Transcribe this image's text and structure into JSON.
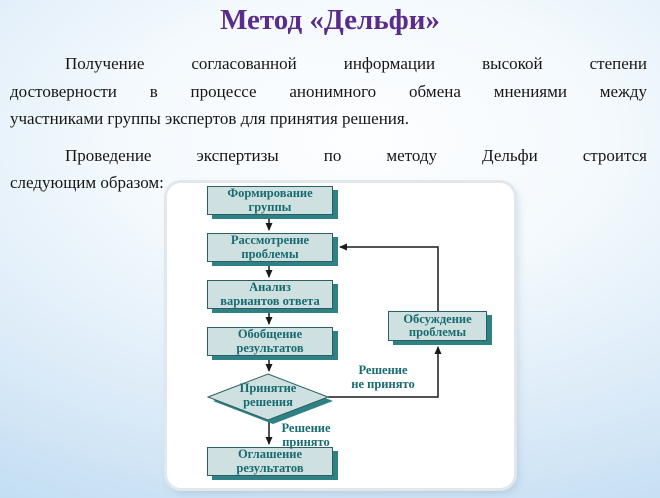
{
  "slide": {
    "title": "Метод «Дельфи»",
    "paragraph1_lines": [
      "Получение согласованной информации высокой степени",
      "достоверности в процессе анонимного обмена мнениями между",
      "участниками группы экспертов для принятия решения."
    ],
    "paragraph2_lines": [
      "Проведение экспертизы по методу Дельфи строится",
      "следующим образом:"
    ]
  },
  "diagram": {
    "type": "flowchart",
    "nodes": [
      {
        "id": "form-group",
        "shape": "rect",
        "label": "Формирование группы",
        "lines": [
          "Формирование",
          "группы"
        ]
      },
      {
        "id": "consider-problem",
        "shape": "rect",
        "label": "Рассмотрение проблемы",
        "lines": [
          "Рассмотрение",
          "проблемы"
        ]
      },
      {
        "id": "analyze-answers",
        "shape": "rect",
        "label": "Анализ вариантов ответа",
        "lines": [
          "Анализ",
          "вариантов ответа"
        ]
      },
      {
        "id": "summarize-results",
        "shape": "rect",
        "label": "Обобщение результатов",
        "lines": [
          "Обобщение",
          "результатов"
        ]
      },
      {
        "id": "make-decision",
        "shape": "diamond",
        "label": "Принятие решения",
        "lines": [
          "Принятие",
          "решения"
        ]
      },
      {
        "id": "announce-results",
        "shape": "rect",
        "label": "Оглашение результатов",
        "lines": [
          "Оглашение",
          "результатов"
        ]
      },
      {
        "id": "discuss-problem",
        "shape": "rect",
        "label": "Обсуждение проблемы",
        "lines": [
          "Обсуждение",
          "проблемы"
        ]
      }
    ],
    "edges": [
      {
        "from": "form-group",
        "to": "consider-problem"
      },
      {
        "from": "consider-problem",
        "to": "analyze-answers"
      },
      {
        "from": "analyze-answers",
        "to": "summarize-results"
      },
      {
        "from": "summarize-results",
        "to": "make-decision"
      },
      {
        "from": "make-decision",
        "to": "announce-results",
        "label": "Решение принято"
      },
      {
        "from": "make-decision",
        "to": "discuss-problem",
        "label": "Решение не принято"
      },
      {
        "from": "discuss-problem",
        "to": "consider-problem"
      }
    ],
    "edge_labels": {
      "accepted": {
        "lines": [
          "Решение",
          "принято"
        ],
        "label": "Решение принято"
      },
      "not_accepted": {
        "lines": [
          "Решение",
          "не принято"
        ],
        "label": "Решение не принято"
      }
    },
    "colors": {
      "node_fill": "#cfe0e0",
      "node_border": "#2c5f63",
      "node_shadow": "#2e8184",
      "node_text": "#186b70",
      "arrow": "#1a1a1a",
      "panel_background": "#ffffff"
    }
  },
  "theme": {
    "title_color": "#5a2d8c",
    "body_text_color": "#161616",
    "background_center": "#fdfeff",
    "background_edge": "#b7d6ef"
  }
}
